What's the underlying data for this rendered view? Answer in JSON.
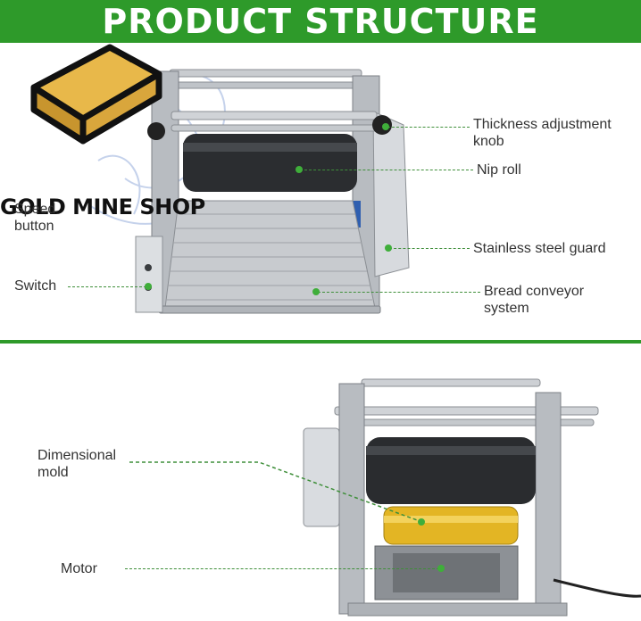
{
  "header": {
    "title": "PRODUCT STRUCTURE"
  },
  "watermark": {
    "text": "GOLD MINE SHOP",
    "script_text": "Ready Made"
  },
  "top_labels": {
    "thickness": "Thickness adjustment\nknob",
    "nip_roll": "Nip roll",
    "speed": "Speed\nbutton",
    "guard": "Stainless steel guard",
    "switch": "Switch",
    "conveyor": "Bread conveyor\nsystem"
  },
  "bottom_labels": {
    "mold": "Dimensional\nmold",
    "motor": "Motor"
  },
  "colors": {
    "brand_green": "#2e9a2a",
    "leader_green": "#3f8f3a",
    "logo_gold": "#e8b84a"
  }
}
